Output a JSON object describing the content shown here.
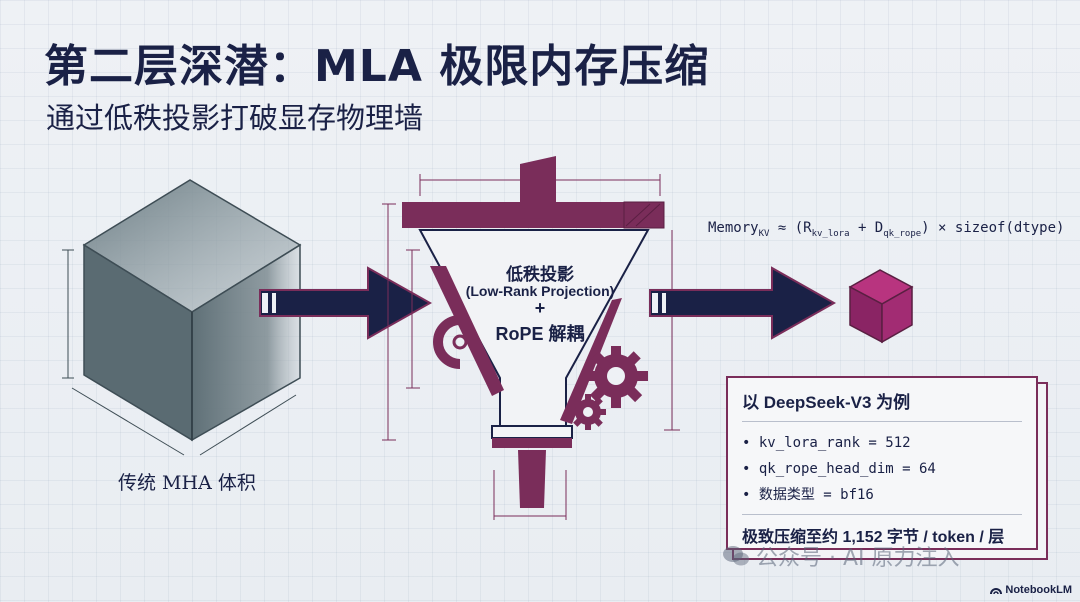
{
  "header": {
    "title": "第二层深潜：MLA 极限内存压缩",
    "subtitle": "通过低秩投影打破显存物理墙"
  },
  "funnel": {
    "label_cn": "低秩投影",
    "label_en": "(Low-Rank Projection)",
    "plus": "+",
    "label_rope": "RoPE 解耦"
  },
  "formula": {
    "memory": "Memory",
    "memory_sub": "KV",
    "approx_open": " ≈ (R",
    "r_sub": "kv_lora",
    "plus_d": " + D",
    "d_sub": "qk_rope",
    "tail": ") × sizeof(dtype)"
  },
  "left_cube": {
    "label": "传统 MHA 体积"
  },
  "card": {
    "title": "以 DeepSeek-V3 为例",
    "items": [
      "kv_lora_rank = 512",
      "qk_rope_head_dim = 64",
      "数据类型 = bf16"
    ],
    "footer": "极致压缩至约 1,152 字节 / token / 层"
  },
  "watermark": {
    "text": "公众号 · AI 原力注入"
  },
  "brand": {
    "text": "NotebookLM"
  },
  "colors": {
    "navy": "#1a2146",
    "magenta": "#7a2d5a",
    "cube_gray": "#5f7077",
    "small_cube": "#9c2a6f"
  }
}
